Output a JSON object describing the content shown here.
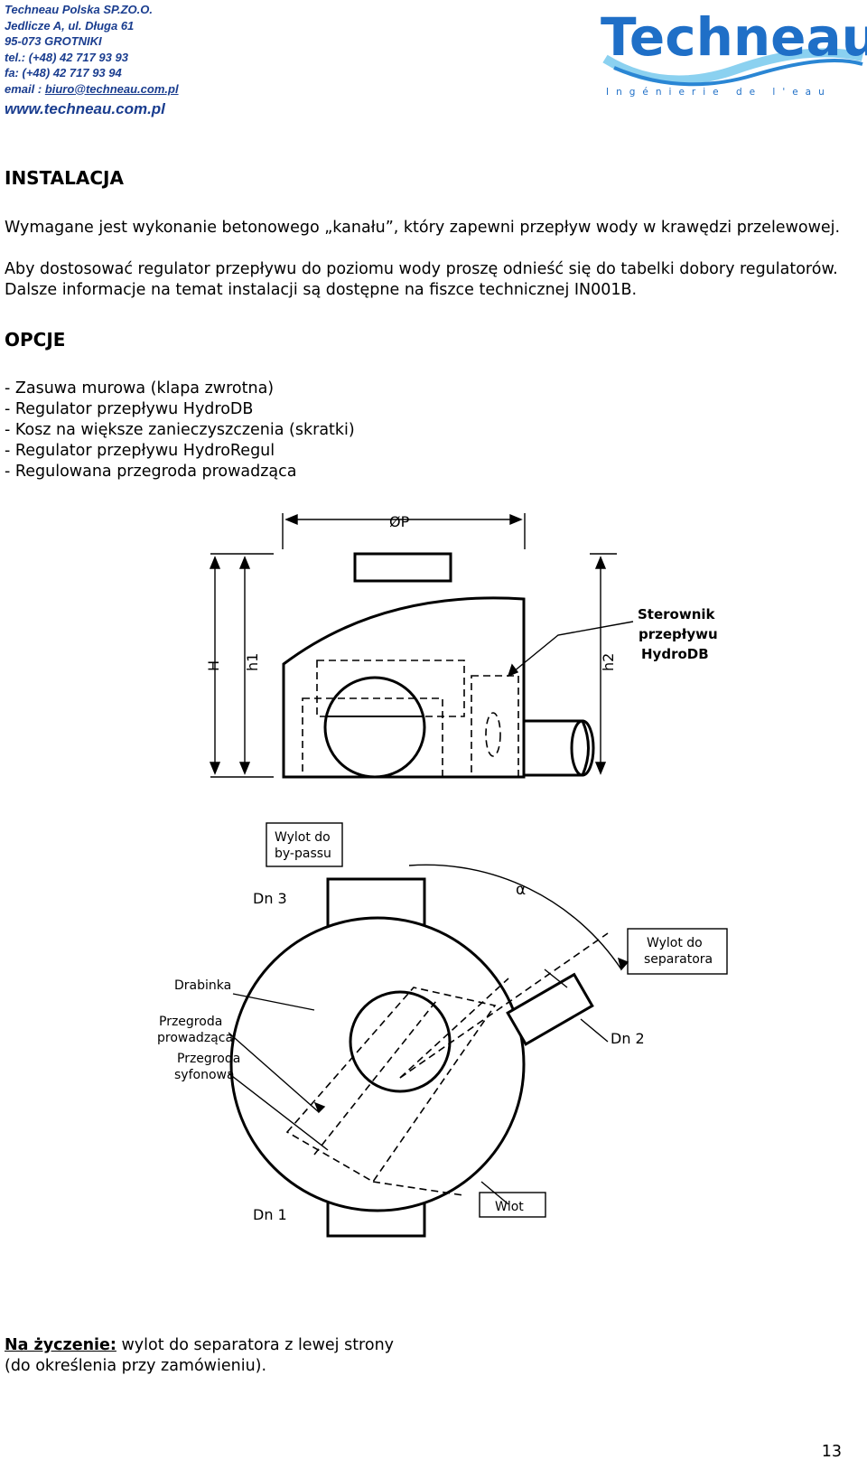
{
  "header": {
    "company": "Techneau Polska SP.ZO.O.",
    "address1": "Jedlicze A, ul. Długa 61",
    "address2": "95-073 GROTNIKI",
    "tel": "tel.: (+48) 42 717 93 93",
    "fax": "fa: (+48) 42 717 93 94",
    "email_label": "email :",
    "email": "biuro@techneau.com.pl",
    "website": "www.techneau.com.pl",
    "logo_text": "Techneau",
    "logo_tagline": "Ingénierie de l'eau"
  },
  "install": {
    "heading": "INSTALACJA",
    "para1": "Wymagane jest wykonanie betonowego „kanału”, który zapewni przepływ wody w krawędzi przelewowej.",
    "para2": "Aby dostosować regulator przepływu do poziomu wody proszę odnieść się do tabelki dobory regulatorów. Dalsze informacje na temat instalacji są dostępne na fiszce technicznej IN001B."
  },
  "options": {
    "heading": "OPCJE",
    "items": [
      "- Zasuwa murowa (klapa zwrotna)",
      "- Regulator przepływu HydroDB",
      "- Kosz na większe zanieczyszczenia (skratki)",
      "- Regulator przepływu HydroRegul",
      "- Regulowana przegroda prowadząca"
    ]
  },
  "drawing": {
    "dim_p": "ØP",
    "dim_H": "H",
    "dim_h1": "h1",
    "dim_h2": "h2",
    "sterownik": [
      "Sterownik",
      "przepływu",
      "HydroDB"
    ],
    "wylot_bypass": [
      "Wylot do",
      "by-passu"
    ],
    "dn3": "Dn 3",
    "alpha": "α",
    "wylot_separator": [
      "Wylot do",
      "separatora"
    ],
    "drabinka": "Drabinka",
    "przegroda_prow": [
      "Przegroda",
      "prowadząca"
    ],
    "przegroda_syf": [
      "Przegroda",
      "syfonowa"
    ],
    "dn2": "Dn 2",
    "wlot": "Wlot",
    "dn1": "Dn 1"
  },
  "note": {
    "label": "Na życzenie:",
    "text1": " wylot do separatora z lewej strony",
    "text2": "(do określenia przy zamówieniu)."
  },
  "page_number": "13",
  "colors": {
    "header_blue": "#1a3d8f",
    "logo_blue": "#1f6fc7",
    "logo_wave": "#6ec6ec"
  }
}
